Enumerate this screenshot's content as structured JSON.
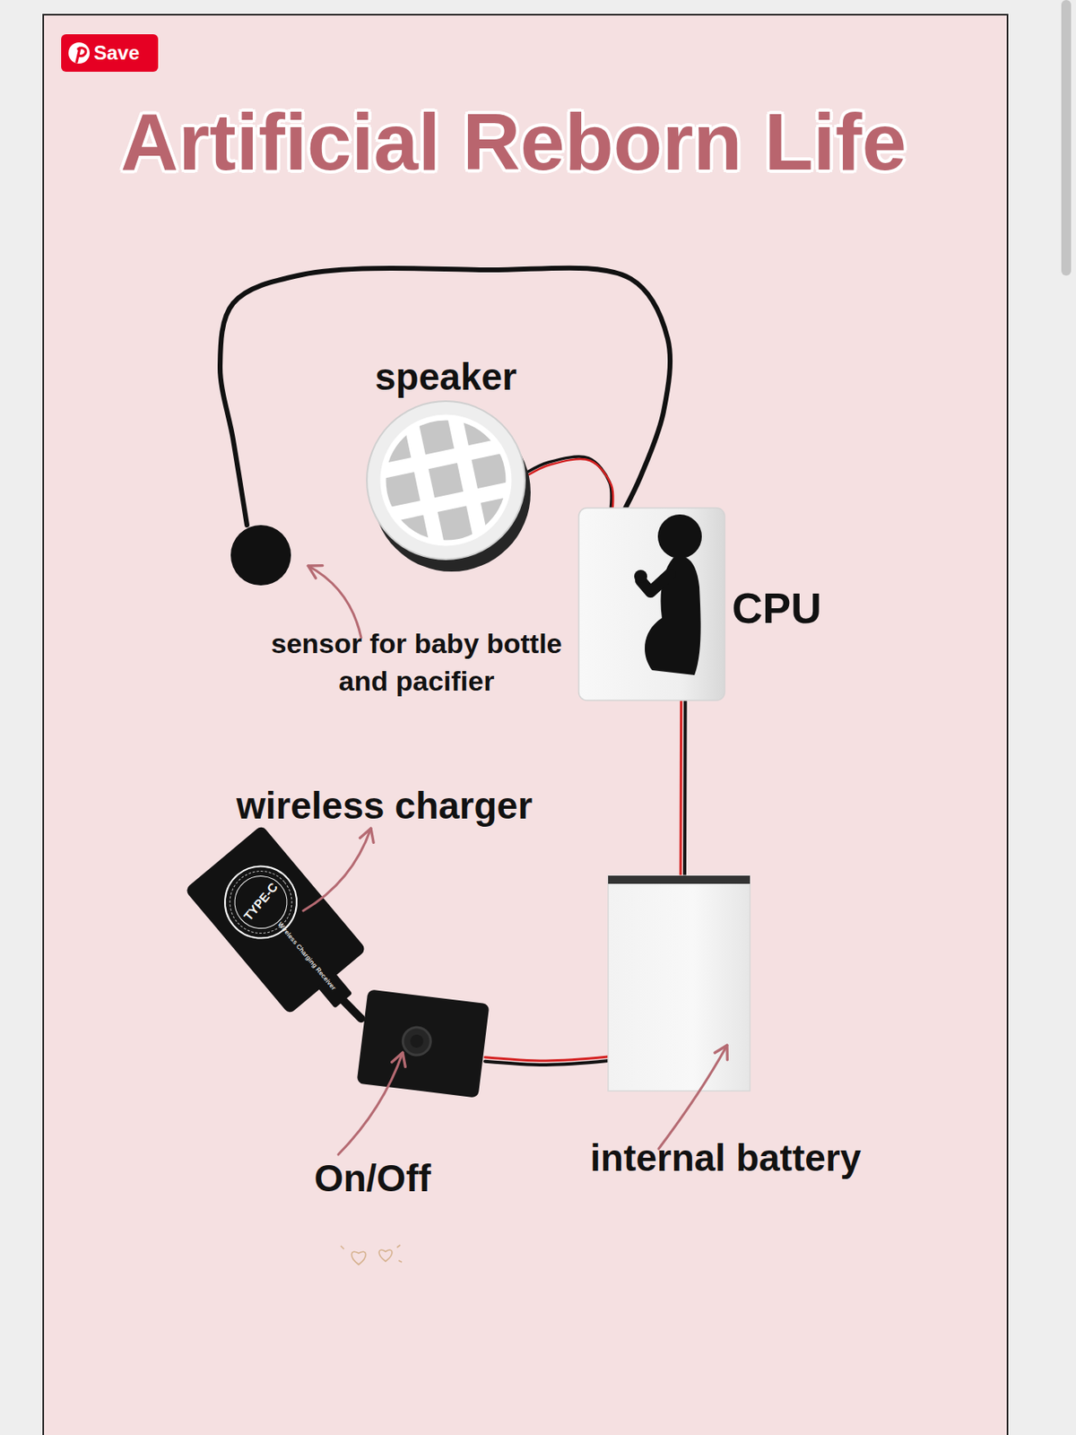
{
  "diagram": {
    "title": "Artificial Reborn Life",
    "nodes": [
      {
        "text": [
          "Save"
        ]
      },
      {
        "text": [
          "speaker"
        ]
      },
      {
        "text": [
          "sensor for baby bottle and pacifier"
        ]
      },
      {
        "text": [
          "CPU"
        ]
      },
      {
        "text": [
          "wireless charger",
          "TYPE-C",
          "Wireless Charging Receiver"
        ]
      },
      {
        "text": [
          "On/Off"
        ]
      },
      {
        "text": [
          "internal battery"
        ]
      }
    ],
    "edges": [
      {
        "from": 2,
        "to": 3,
        "arrow": "none"
      },
      {
        "from": 1,
        "to": 3,
        "arrow": "none"
      },
      {
        "from": 3,
        "to": 6,
        "arrow": "none"
      },
      {
        "from": 6,
        "to": 5,
        "arrow": "none"
      },
      {
        "from": 4,
        "to": 5,
        "arrow": "none"
      }
    ]
  }
}
